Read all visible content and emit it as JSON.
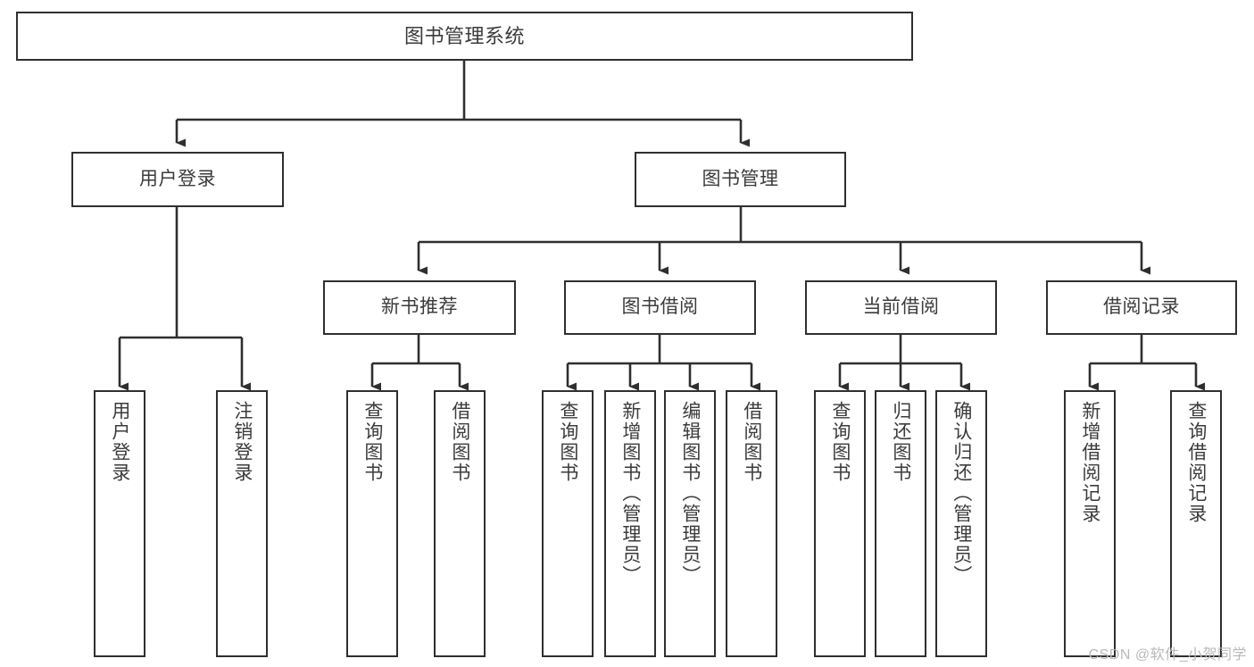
{
  "diagram": {
    "title": "图书管理系统",
    "watermark": "CSDN @软件_小贺同学",
    "colors": {
      "stroke": "#2f2f2f",
      "box_fill": "#ffffff",
      "text": "#3b3b3b",
      "watermark": "#b9b9b9"
    },
    "root": {
      "label": "图书管理系统"
    },
    "level2": [
      {
        "label": "用户登录"
      },
      {
        "label": "图书管理"
      }
    ],
    "level3": [
      {
        "label": "新书推荐"
      },
      {
        "label": "图书借阅"
      },
      {
        "label": "当前借阅"
      },
      {
        "label": "借阅记录"
      }
    ],
    "leaves": {
      "user_login": [
        {
          "label": "用户登录"
        },
        {
          "label": "注销登录"
        }
      ],
      "new_book": [
        {
          "label": "查询图书"
        },
        {
          "label": "借阅图书"
        }
      ],
      "book_borrow": [
        {
          "label": "查询图书"
        },
        {
          "label": "新增图书（管理员）"
        },
        {
          "label": "编辑图书（管理员）"
        },
        {
          "label": "借阅图书"
        }
      ],
      "current_borrow": [
        {
          "label": "查询图书"
        },
        {
          "label": "归还图书"
        },
        {
          "label": "确认归还（管理员）"
        }
      ],
      "borrow_record": [
        {
          "label": "新增借阅记录"
        },
        {
          "label": "查询借阅记录"
        }
      ]
    }
  }
}
